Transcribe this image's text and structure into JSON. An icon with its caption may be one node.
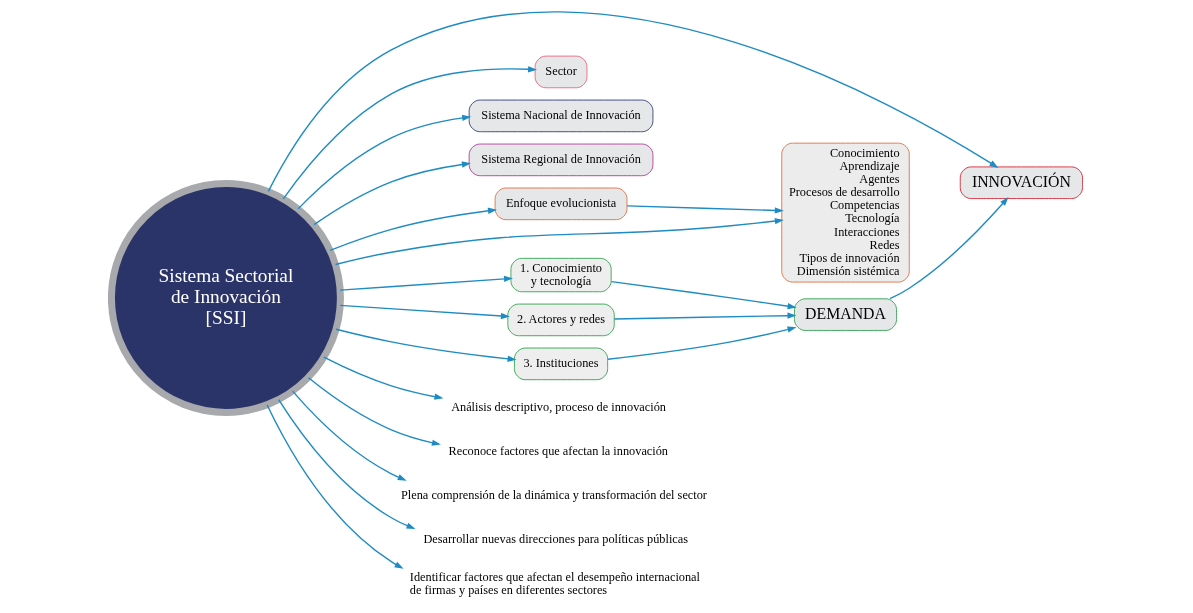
{
  "diagram": {
    "nodes": [
      {
        "text": [
          "INNOVACIÓN"
        ]
      },
      {
        "text": [
          "Sector"
        ]
      },
      {
        "text": [
          "Sistema Nacional de Innovación"
        ]
      },
      {
        "text": [
          "Sistema Regional de Innovación"
        ]
      },
      {
        "text": [
          "Enfoque evolucionista"
        ]
      },
      {
        "text": [
          "Conocimiento",
          "Aprendizaje",
          "Agentes",
          "Procesos de desarrollo",
          "Competencias",
          "Tecnología",
          "Interacciones",
          "Redes",
          "Tipos de innovación",
          "Dimensión sistémica"
        ]
      },
      {
        "text": [
          "Sistema Sectorial de Innovación [SSI]"
        ]
      },
      {
        "text": [
          "1. Conocimiento y tecnología"
        ]
      },
      {
        "text": [
          "2. Actores y redes"
        ]
      },
      {
        "text": [
          "3. Instituciones"
        ]
      },
      {
        "text": [
          "DEMANDA"
        ]
      },
      {
        "text": [
          "Análisis descriptivo, proceso de innovación"
        ]
      },
      {
        "text": [
          "Reconoce factores que afectan la innovación"
        ]
      },
      {
        "text": [
          "Plena comprensión de la dinámica y transformación del sector"
        ]
      },
      {
        "text": [
          "Desarrollar nuevas direcciones para políticas públicas"
        ]
      },
      {
        "text": [
          "Identificar factores que afectan el desempeño internacional de firmas y países en diferentes sectores"
        ]
      }
    ],
    "edges": [
      {
        "from": 6,
        "to": 0,
        "arrow": "to"
      },
      {
        "from": 10,
        "to": 0,
        "arrow": "to"
      },
      {
        "from": 6,
        "to": 1,
        "arrow": "to"
      },
      {
        "from": 6,
        "to": 2,
        "arrow": "to"
      },
      {
        "from": 6,
        "to": 3,
        "arrow": "to"
      },
      {
        "from": 6,
        "to": 4,
        "arrow": "to"
      },
      {
        "from": 4,
        "to": 5,
        "arrow": "to"
      },
      {
        "from": 6,
        "to": 5,
        "arrow": "to"
      },
      {
        "from": 6,
        "to": 7,
        "arrow": "to"
      },
      {
        "from": 6,
        "to": 8,
        "arrow": "to"
      },
      {
        "from": 6,
        "to": 9,
        "arrow": "to"
      },
      {
        "from": 7,
        "to": 10,
        "arrow": "to"
      },
      {
        "from": 8,
        "to": 10,
        "arrow": "to"
      },
      {
        "from": 9,
        "to": 10,
        "arrow": "to"
      },
      {
        "from": 6,
        "to": 11,
        "arrow": "to"
      },
      {
        "from": 6,
        "to": 12,
        "arrow": "to"
      },
      {
        "from": 6,
        "to": 13,
        "arrow": "to"
      },
      {
        "from": 6,
        "to": 14,
        "arrow": "to"
      },
      {
        "from": 6,
        "to": 15,
        "arrow": "to"
      }
    ]
  }
}
